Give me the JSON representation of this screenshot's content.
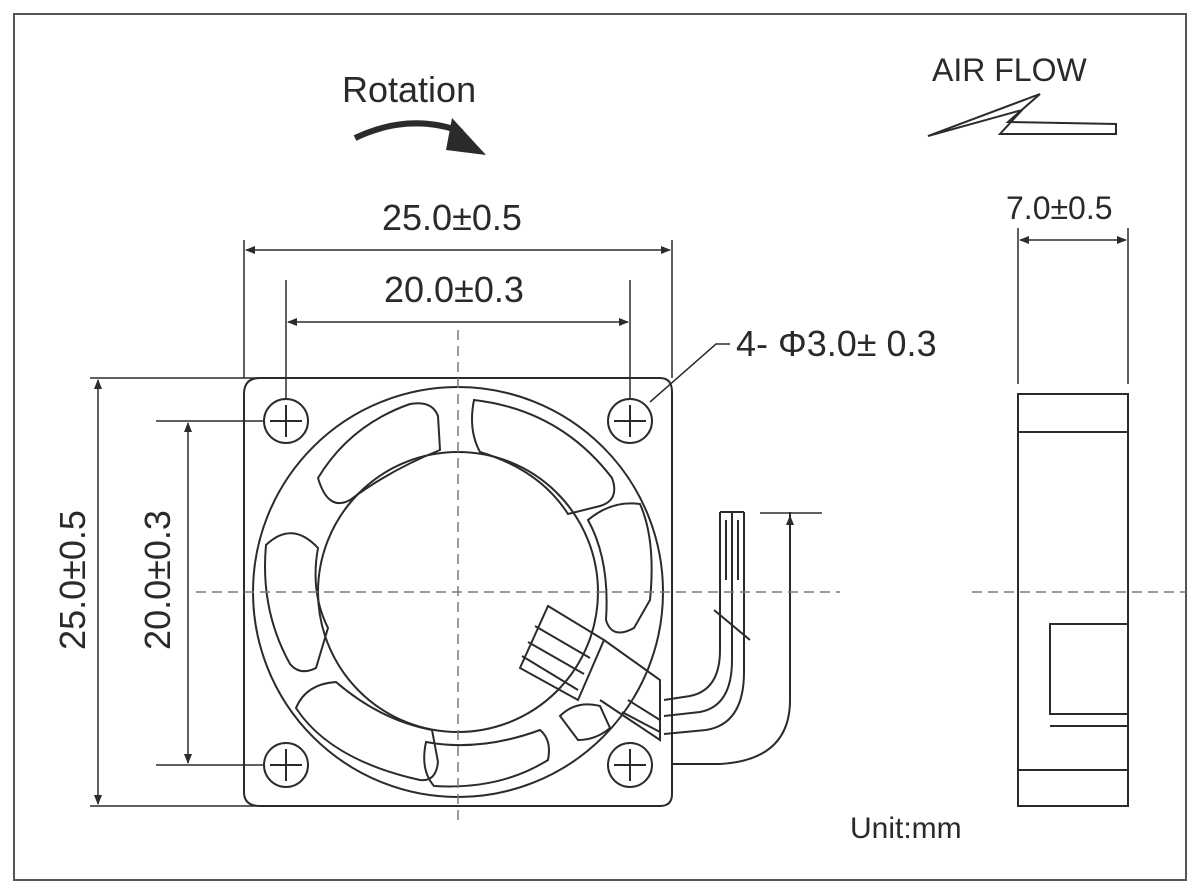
{
  "labels": {
    "rotation": "Rotation",
    "air_flow": "AIR FLOW",
    "outer_width": "25.0±0.5",
    "hole_width": "20.0±0.3",
    "holes": "4- Φ3.0± 0.3",
    "thickness": "7.0±0.5",
    "outer_height": "25.0±0.5",
    "hole_height": "20.0±0.3",
    "unit": "Unit:mm"
  },
  "colors": {
    "line": "#2b2b2b",
    "center_line": "#7a7a7a",
    "frame": "#555555"
  }
}
